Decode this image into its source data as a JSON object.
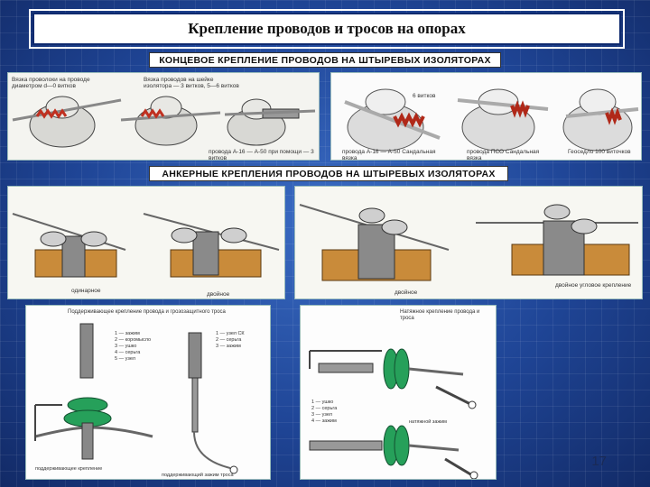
{
  "slide": {
    "title": "Крепление проводов и тросов на опорах",
    "page_number": "17"
  },
  "section_1": {
    "header": "КОНЦЕВОЕ КРЕПЛЕНИЕ ПРОВОДОВ НА ШТЫРЕВЫХ ИЗОЛЯТОРАХ",
    "captions": {
      "a": "Вязка проволоки на проводе диаметром d—0 витков",
      "b": "Вязка проводов на шейке изолятора — 3 витков, 5—6 витков",
      "c": "провода А-16 — А-50 при помощи — 3 витков",
      "d": "6 витков",
      "e": "провода А-16 — А-50 Сандальная вязка",
      "f": "провода ПСО Сандальная вязка",
      "g": "Геоседло 100 виточков"
    }
  },
  "section_2": {
    "header": "АНКЕРНЫЕ КРЕПЛЕНИЯ ПРОВОДОВ НА ШТЫРЕВЫХ ИЗОЛЯТОРАХ",
    "captions": {
      "a": "одинарное",
      "b": "двойное",
      "c": "двойное",
      "d": "двойное угловое крепление"
    }
  },
  "section_3": {
    "left_title": "Поддерживающее крепление провода и грозозащитного троса",
    "right_title": "Натяжное крепление провода и троса",
    "left_legend": [
      "1 — зажим",
      "2 — коромысло",
      "3 — ушко",
      "4 — серьга",
      "5 — узел"
    ],
    "left_legend_2": [
      "1 — узел СК",
      "2 — серьга",
      "3 — зажим"
    ],
    "right_legend": [
      "1 — ушко",
      "2 — серьга",
      "3 — узел",
      "4 — зажим"
    ],
    "left_bottom": "поддерживающее крепление",
    "right_bottom": "натяжной зажим",
    "mid_bottom": "поддерживающий зажим троса"
  }
}
